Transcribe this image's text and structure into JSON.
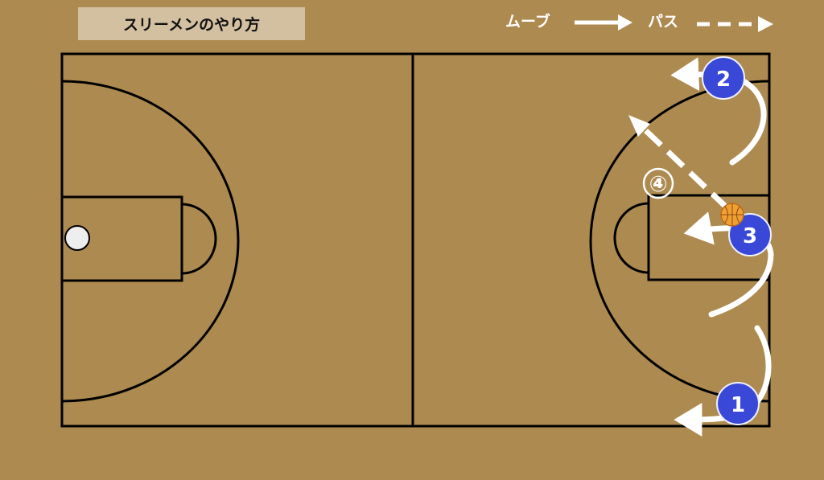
{
  "title": "スリーメンのやり方",
  "legend": {
    "move_label": "ムーブ",
    "pass_label": "パス"
  },
  "players": [
    {
      "label": "1"
    },
    {
      "label": "2"
    },
    {
      "label": "3"
    }
  ],
  "step_marker": "④",
  "colors": {
    "background": "#ad8a4f",
    "title_box": "#d3c0a0",
    "court_lines": "#000000",
    "player_fill": "#3a48d8",
    "arrow": "#ffffff",
    "ball": "#f0a033"
  }
}
